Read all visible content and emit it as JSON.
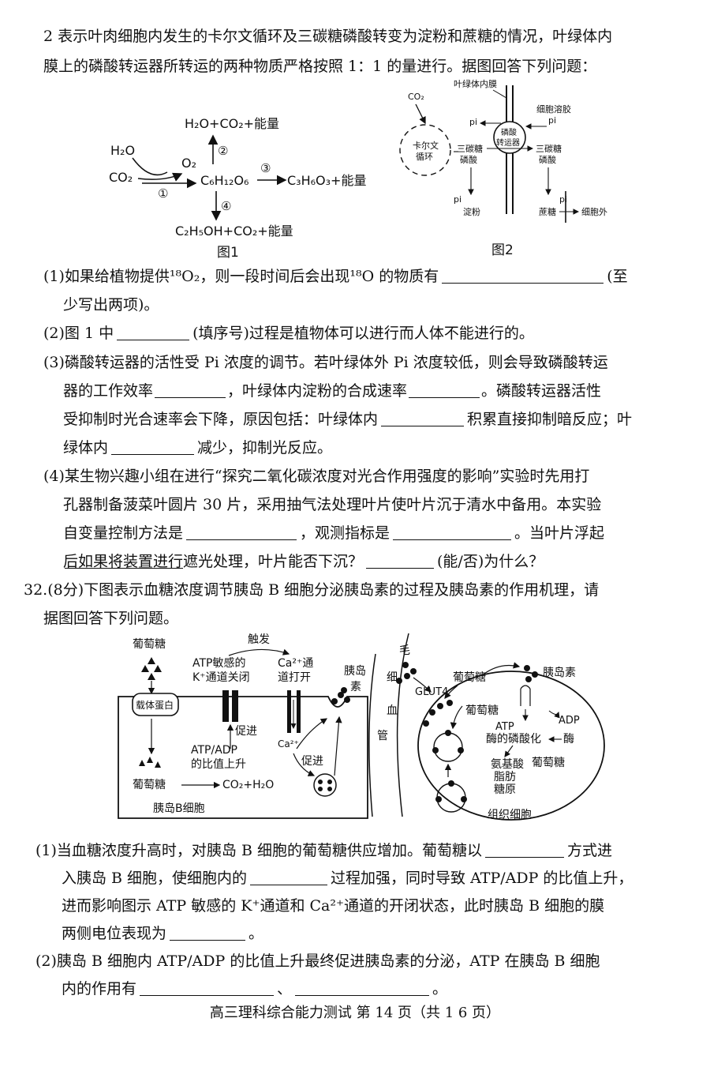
{
  "intro": {
    "line1": "2 表示叶肉细胞内发生的卡尔文循环及三碳糖磷酸转变为淀粉和蔗糖的情况，叶绿体内",
    "line2": "膜上的磷酸转运器所转运的两种物质严格按照 1：1 的量进行。据图回答下列问题："
  },
  "fig1": {
    "caption": "图1",
    "h2o": "H₂O",
    "co2": "CO₂",
    "o2": "O₂",
    "glucose": "C₆H₁₂O₆",
    "product2": "H₂O+CO₂+能量",
    "product3": "C₃H₆O₃+能量",
    "product4": "C₂H₅OH+CO₂+能量",
    "n1": "①",
    "n2": "②",
    "n3": "③",
    "n4": "④"
  },
  "fig2": {
    "caption": "图2",
    "co2": "CO₂",
    "inner_membrane": "叶绿体内膜",
    "cytosol": "细胞溶胶",
    "calvin1": "卡尔文",
    "calvin2": "循环",
    "pi": "pi",
    "triose_l1": "三碳糖",
    "triose_l2": "磷酸",
    "transporter1": "磷酸",
    "transporter2": "转运器",
    "starch": "淀粉",
    "sucrose": "蔗糖",
    "outside": "细胞外"
  },
  "q1": {
    "a": "(1)如果给植物提供¹⁸O₂，则一段时间后会出现¹⁸O 的物质有",
    "b": "(至",
    "c": "少写出两项)。"
  },
  "q2": {
    "a": "(2)图 1 中",
    "b": "(填序号)过程是植物体可以进行而人体不能进行的。"
  },
  "q3": {
    "l1": "(3)磷酸转运器的活性受 Pi 浓度的调节。若叶绿体外 Pi 浓度较低，则会导致磷酸转运",
    "l2a": "器的工作效率",
    "l2b": "，叶绿体内淀粉的合成速率",
    "l2c": "。磷酸转运器活性",
    "l3a": "受抑制时光合速率会下降，原因包括：叶绿体内",
    "l3b": "积累直接抑制暗反应；叶",
    "l4a": "绿体内",
    "l4b": "减少，抑制光反应。"
  },
  "q4": {
    "l1": "(4)某生物兴趣小组在进行“探究二氧化碳浓度对光合作用强度的影响”实验时先用打",
    "l2": "孔器制备菠菜叶圆片 30 片，采用抽气法处理叶片使叶片沉于清水中备用。本实验",
    "l3a": "自变量控制方法是",
    "l3b": "，观测指标是",
    "l3c": "。当叶片浮起",
    "l4a": "后如果将装置进行遮光处理，叶片能否下沉？",
    "l4b": "(能/否)为什么？"
  },
  "q32": {
    "l1": "32.(8分)下图表示血糖浓度调节胰岛 B 细胞分泌胰岛素的过程及胰岛素的作用机理，请",
    "l2": "据图回答下列问题。"
  },
  "fig3": {
    "glucose": "葡萄糖",
    "carrier": "载体蛋白",
    "trigger": "触发",
    "k_channel1": "ATP敏感的",
    "k_channel2": "K⁺通道关闭",
    "ca_channel1": "Ca²⁺通",
    "ca_channel2": "道打开",
    "promote": "促进",
    "ratio1": "ATP/ADP",
    "ratio2": "的比值上升",
    "ca_ion": "Ca²⁺",
    "co2h2o": "CO₂+H₂O",
    "beta_cell": "胰岛B细胞",
    "insulin_v1": "胰岛",
    "insulin_v2": "素",
    "capillary": [
      "毛",
      "细",
      "血",
      "管"
    ],
    "glut4": "GLUT4",
    "insulin": "胰岛素",
    "atp": "ATP",
    "adp": "ADP",
    "phos": "酶的磷酸化",
    "enzyme": "酶",
    "products1": "氨基酸",
    "products2": "脂肪",
    "products3": "糖原",
    "tissue_cell": "组织细胞"
  },
  "q32_1": {
    "l1a": "(1)当血糖浓度升高时，对胰岛 B 细胞的葡萄糖供应增加。葡萄糖以",
    "l1b": "方式进",
    "l2a": "入胰岛 B 细胞，使细胞内的",
    "l2b": "过程加强，同时导致 ATP/ADP 的比值上升，",
    "l3": "进而影响图示 ATP 敏感的 K⁺通道和 Ca²⁺通道的开闭状态，此时胰岛 B 细胞的膜",
    "l4a": "两侧电位表现为",
    "l4b": "。"
  },
  "q32_2": {
    "l1": "(2)胰岛 B 细胞内 ATP/ADP 的比值上升最终促进胰岛素的分泌，ATP 在胰岛 B 细胞",
    "l2a": "内的作用有",
    "l2b": "、",
    "l2c": "。"
  },
  "footer": "高三理科综合能力测试 第 14 页（共 1 6 页）"
}
